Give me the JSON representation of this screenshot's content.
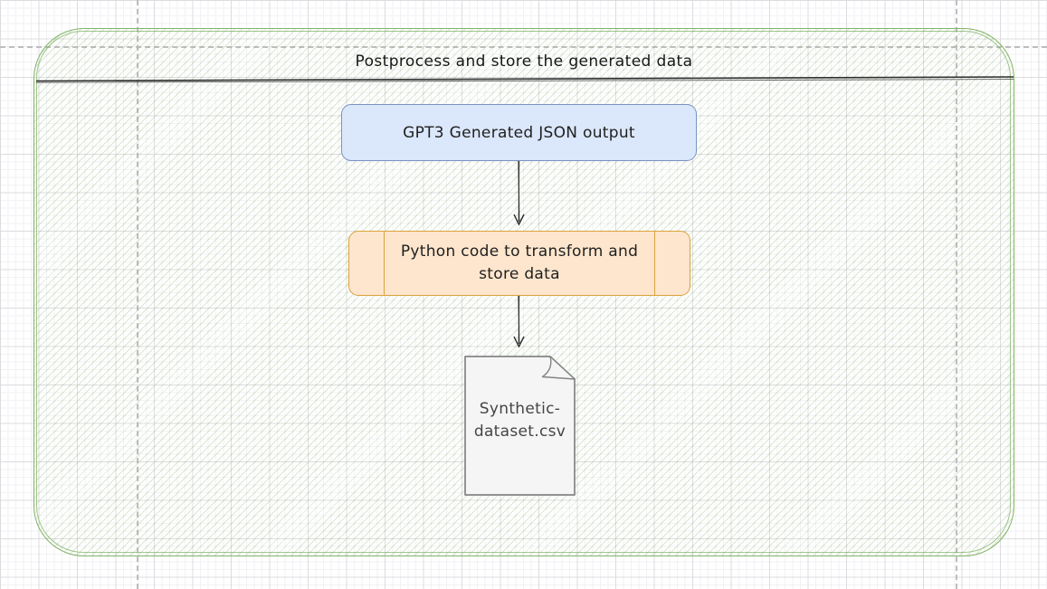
{
  "canvas": {
    "background": "#ffffff",
    "grid_minor_color": "#f2f2f5",
    "grid_major_color": "#dcdce0",
    "page_boundary_color": "#bdbdbd"
  },
  "container": {
    "title": "Postprocess and store the generated data",
    "stroke": "#82b366",
    "hatch_color": "#82b366",
    "separator_color": "#2e2e2e"
  },
  "nodes": {
    "gpt3_output": {
      "label": "GPT3 Generated JSON output",
      "fill": "#dbe7fa",
      "stroke": "#7b93c0"
    },
    "python_transform": {
      "label": "Python code to transform and store data",
      "fill": "#fde6cd",
      "stroke": "#d9a23b"
    },
    "dataset_file": {
      "label": "Synthetic-\ndataset.csv",
      "fill": "#f5f5f5",
      "stroke": "#848484"
    }
  },
  "edges": {
    "gpt3_to_python": {
      "style": "open-arrow",
      "color": "#2b2b2b"
    },
    "python_to_dataset": {
      "style": "open-arrow",
      "color": "#2b2b2b"
    }
  }
}
